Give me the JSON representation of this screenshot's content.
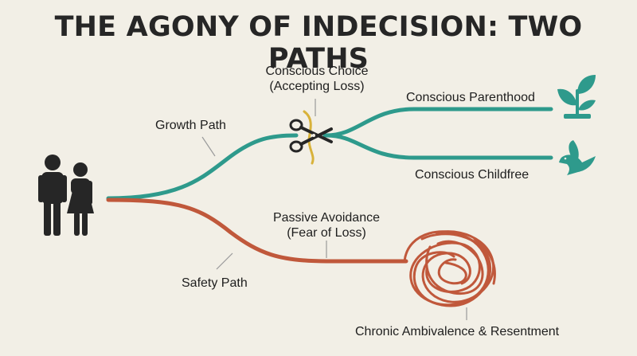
{
  "title": "THE AGONY OF INDECISION: TWO PATHS",
  "labels": {
    "growth_path": "Growth Path",
    "safety_path": "Safety Path",
    "conscious_choice_line1": "Conscious Choice",
    "conscious_choice_line2": "(Accepting Loss)",
    "conscious_parenthood": "Conscious Parenthood",
    "conscious_childfree": "Conscious Childfree",
    "passive_avoidance_line1": "Passive Avoidance",
    "passive_avoidance_line2": "(Fear of Loss)",
    "chronic_ambivalence": "Chronic Ambivalence & Resentment"
  },
  "colors": {
    "background": "#f2efe6",
    "growth": "#2e9a8c",
    "safety": "#c0583b",
    "thread": "#d8b23a",
    "figure": "#262626",
    "text": "#1e1e1e"
  },
  "icons": [
    "couple-icon",
    "scissors-icon",
    "sprout-icon",
    "dove-icon",
    "tangle-icon"
  ]
}
